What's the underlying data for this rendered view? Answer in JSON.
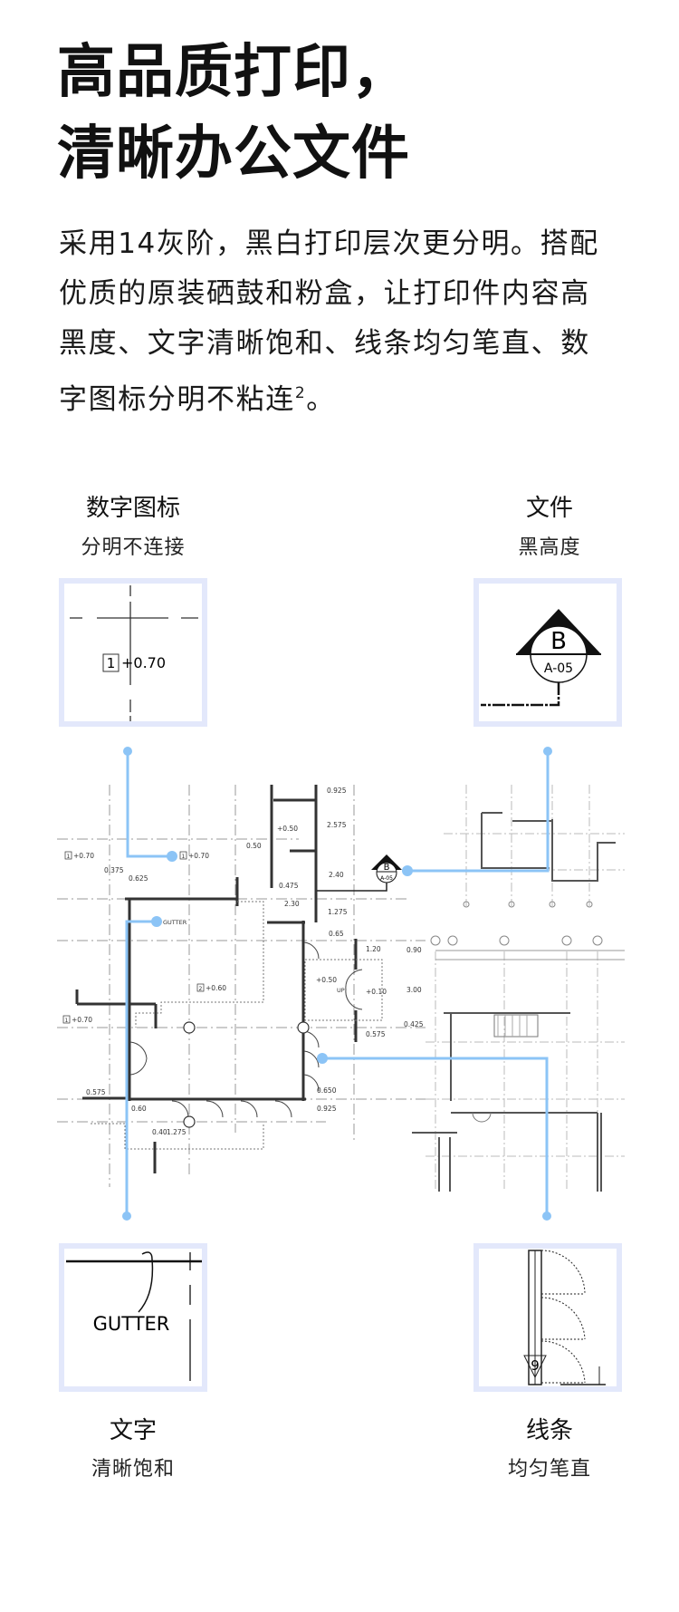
{
  "header": {
    "title_line1": "高品质打印，",
    "title_line2": "清晰办公文件"
  },
  "description": {
    "lines": [
      "采用14灰阶，黑白打印层次更分明。搭配",
      "优质的原装硒鼓和粉盒，让打印件内容高",
      "黑度、文字清晰饱和、线条均匀笔直、数",
      "字图标分明不粘连"
    ],
    "footnote": "2",
    "end": "。"
  },
  "callouts": [
    {
      "title": "数字图标",
      "subtitle": "分明不连接",
      "sample_box": "1",
      "sample_text": "+0.70"
    },
    {
      "title": "文件",
      "subtitle": "黑高度",
      "sample_letter": "B",
      "sample_ref": "A-05"
    },
    {
      "title": "文字",
      "subtitle": "清晰饱和",
      "sample_text": "GUTTER"
    },
    {
      "title": "线条",
      "subtitle": "均匀笔直",
      "sample_text": "9"
    }
  ],
  "plan_labels": {
    "level_a": "+0.70",
    "level_b": "+0.60",
    "level_c": "+0.50",
    "level_d": "+0.10",
    "gutter": "GUTTER",
    "up": "UP",
    "d1": "0.925",
    "d2": "2.575",
    "d3": "0.50",
    "d4": "2.40",
    "d5": "0.475",
    "d6": "2.30",
    "d7": "1.275",
    "d8": "0.65",
    "d9": "0.90",
    "d10": "3.00",
    "d11": "0.425",
    "d12": "0.575",
    "d13": "1.20",
    "d14": "0.650",
    "d15": "0.925",
    "d16": "0.375",
    "d17": "0.625",
    "d18": "0.575",
    "d19": "0.60",
    "d20": "0.40",
    "d21": "1.275",
    "box1": "1",
    "box2": "2",
    "ref_letter": "B",
    "ref_sheet": "A-05"
  },
  "colors": {
    "accent": "#8cc4f6",
    "frame": "#e3e8fb"
  }
}
